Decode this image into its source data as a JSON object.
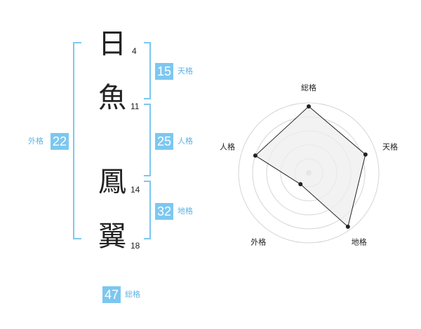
{
  "characters": [
    {
      "char": "日",
      "strokes": "4"
    },
    {
      "char": "魚",
      "strokes": "11"
    },
    {
      "char": "鳳",
      "strokes": "14"
    },
    {
      "char": "翼",
      "strokes": "18"
    }
  ],
  "scores": {
    "tenkaku": {
      "value": "15",
      "label": "天格"
    },
    "jinkaku": {
      "value": "25",
      "label": "人格"
    },
    "chikaku": {
      "value": "32",
      "label": "地格"
    },
    "gaikaku": {
      "value": "22",
      "label": "外格"
    },
    "soukaku": {
      "value": "47",
      "label": "総格"
    }
  },
  "colors": {
    "accent": "#7cc7f0",
    "label": "#5fb4e6",
    "radar_fill": "#eeeeee"
  },
  "chart_data": {
    "type": "radar",
    "axes": [
      "総格",
      "天格",
      "地格",
      "外格",
      "人格"
    ],
    "values": [
      0.95,
      0.85,
      0.95,
      0.2,
      0.8
    ],
    "range": [
      0,
      1
    ]
  }
}
